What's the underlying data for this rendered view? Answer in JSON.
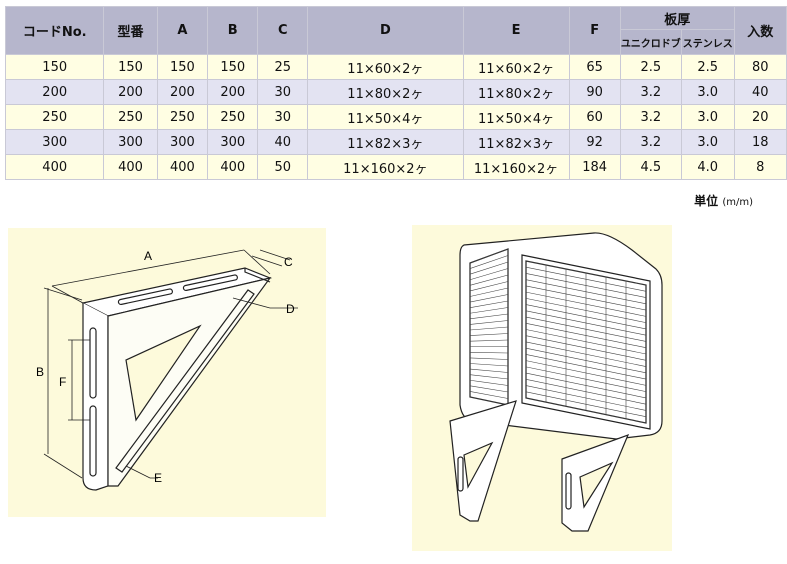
{
  "table": {
    "headers": [
      "コードNo.",
      "型番",
      "A",
      "B",
      "C",
      "D",
      "E",
      "F",
      "板厚",
      "入数"
    ],
    "plate_sub": [
      "ユニクロドブ",
      "ステンレス"
    ],
    "rows": [
      {
        "code": "150",
        "model": "150",
        "a": "150",
        "b": "150",
        "c": "25",
        "d": "11×60×2ヶ",
        "e": "11×60×2ヶ",
        "f": "65",
        "uni": "2.5",
        "sus": "2.5",
        "qty": "80"
      },
      {
        "code": "200",
        "model": "200",
        "a": "200",
        "b": "200",
        "c": "30",
        "d": "11×80×2ヶ",
        "e": "11×80×2ヶ",
        "f": "90",
        "uni": "3.2",
        "sus": "3.0",
        "qty": "40"
      },
      {
        "code": "250",
        "model": "250",
        "a": "250",
        "b": "250",
        "c": "30",
        "d": "11×50×4ヶ",
        "e": "11×50×4ヶ",
        "f": "60",
        "uni": "3.2",
        "sus": "3.0",
        "qty": "20"
      },
      {
        "code": "300",
        "model": "300",
        "a": "300",
        "b": "300",
        "c": "40",
        "d": "11×82×3ヶ",
        "e": "11×82×3ヶ",
        "f": "92",
        "uni": "3.2",
        "sus": "3.0",
        "qty": "18"
      },
      {
        "code": "400",
        "model": "400",
        "a": "400",
        "b": "400",
        "c": "50",
        "d": "11×160×2ヶ",
        "e": "11×160×2ヶ",
        "f": "184",
        "uni": "4.5",
        "sus": "4.0",
        "qty": "8"
      }
    ]
  },
  "unit": {
    "label": "単位",
    "value": "(m/m)"
  },
  "drawing": {
    "labels": {
      "a": "A",
      "b": "B",
      "c": "C",
      "d": "D",
      "e": "E",
      "f": "F"
    }
  },
  "colors": {
    "header_bg": "#b6b6cc",
    "row_odd": "#fffee3",
    "row_even": "#e3e3f2",
    "panel_bg": "#fdfadb"
  }
}
